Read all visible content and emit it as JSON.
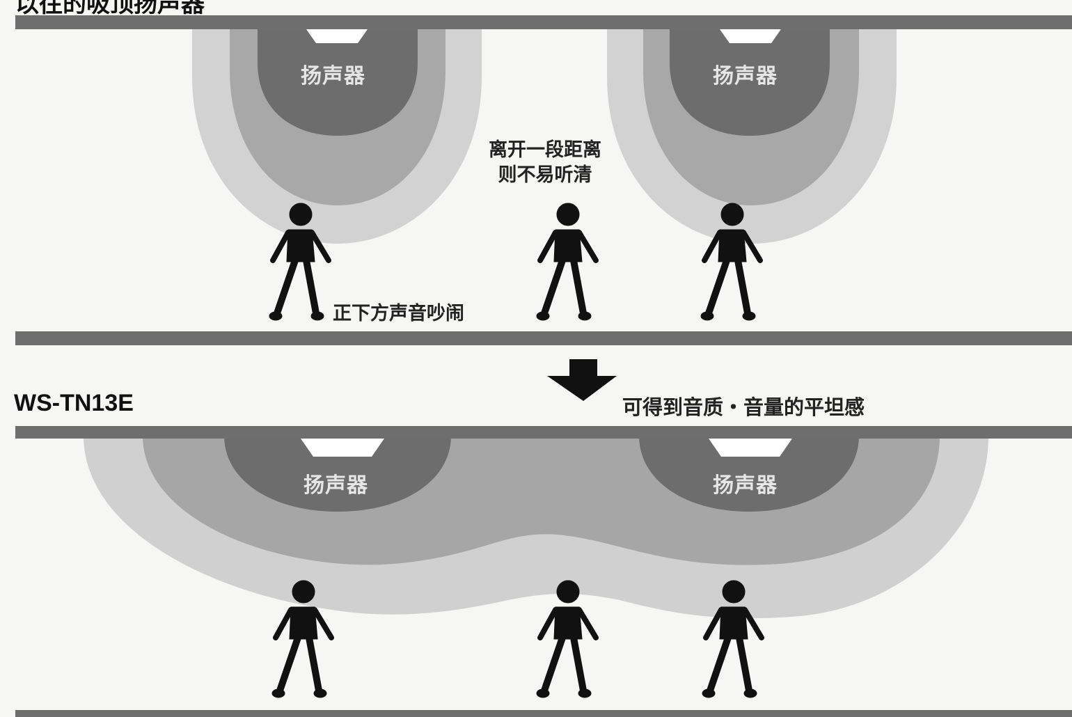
{
  "top": {
    "title": "以往的吸顶扬声器",
    "speakers": [
      {
        "label": "扬声器"
      },
      {
        "label": "扬声器"
      }
    ],
    "note_middle_line1": "离开一段距离",
    "note_middle_line2": "则不易听清",
    "note_left": "正下方声音吵闹"
  },
  "bottom": {
    "title": "WS-TN13E",
    "caption": "可得到音质・音量的平坦感",
    "speakers": [
      {
        "label": "扬声器"
      },
      {
        "label": "扬声器"
      }
    ]
  },
  "colors": {
    "ceiling_bar": "#6e6e6e",
    "zone_inner": "#6d6d6d",
    "zone_middle": "#a6a6a6",
    "zone_outer": "#cfcfcf",
    "person": "#111111",
    "speaker_mount": "#ffffff",
    "arrow": "#111111"
  },
  "icons": {
    "person": "walking-person-icon",
    "arrow": "down-arrow-icon",
    "speaker": "ceiling-speaker-icon"
  }
}
